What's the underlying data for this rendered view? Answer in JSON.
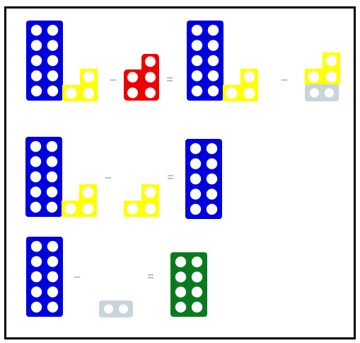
{
  "colors": {
    "ten": "#0000dd",
    "three": "#ffff00",
    "three_red": "#ee0000",
    "two": "#c9d5da",
    "eight": "#0a7a1e",
    "dot": "#ffffff",
    "operator": "#8c8c8c",
    "frame": "#000000"
  },
  "operators": {
    "minus": "–",
    "equals": "="
  },
  "equations": [
    {
      "terms": [
        {
          "blocks": [
            "ten",
            "three"
          ]
        },
        {
          "blocks": [
            "three_red"
          ]
        },
        {
          "blocks": [
            "ten",
            "three"
          ]
        },
        {
          "blocks": [
            "three",
            "two"
          ]
        }
      ],
      "operators": [
        "minus",
        "equals",
        "minus"
      ]
    },
    {
      "terms": [
        {
          "blocks": [
            "ten",
            "three"
          ]
        },
        {
          "blocks": [
            "three"
          ]
        },
        {
          "blocks": [
            "ten"
          ]
        }
      ],
      "operators": [
        "minus",
        "equals"
      ]
    },
    {
      "terms": [
        {
          "blocks": [
            "ten"
          ]
        },
        {
          "blocks": [
            "two"
          ]
        },
        {
          "blocks": [
            "eight"
          ]
        }
      ],
      "operators": [
        "minus",
        "equals"
      ]
    }
  ]
}
